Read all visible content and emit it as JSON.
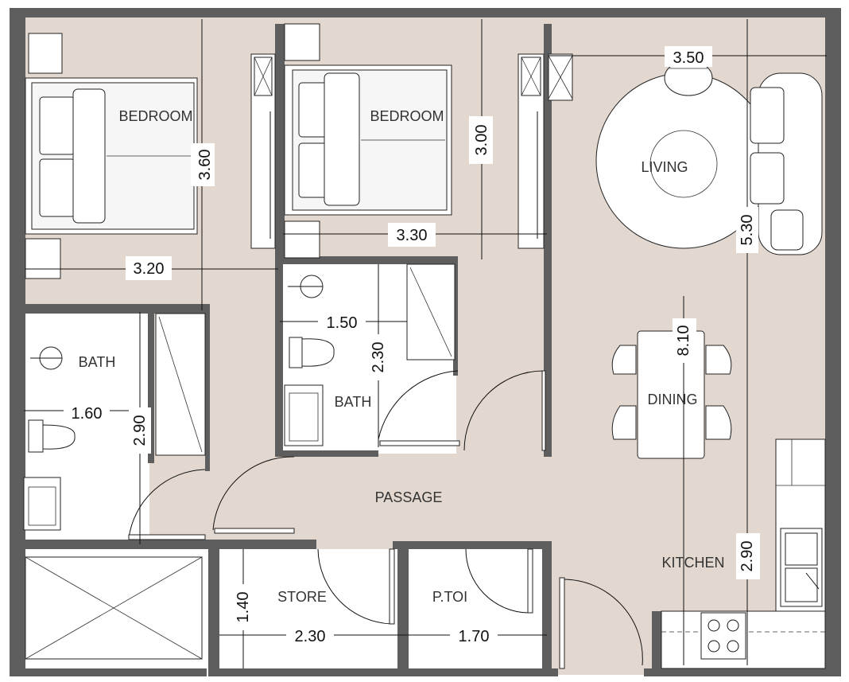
{
  "colors": {
    "floor": "#e2d8cf",
    "wall": "#5e5e5e",
    "furniture": "#ffffff",
    "outline": "#222222",
    "background": "#ffffff"
  },
  "rooms": {
    "bedroom1": "BEDROOM",
    "bedroom2": "BEDROOM",
    "living": "LIVING",
    "bath1": "BATH",
    "bath2": "BATH",
    "dining": "DINING",
    "passage": "PASSAGE",
    "kitchen": "KITCHEN",
    "store": "STORE",
    "ptoi": "P.TOI"
  },
  "dimensions": {
    "bedroom1_height": "3.60",
    "bedroom1_width": "3.20",
    "bedroom2_width": "3.30",
    "bedroom2_height": "3.00",
    "living_width": "3.50",
    "living_height": "5.30",
    "bath1_width": "1.60",
    "bath1_height": "2.90",
    "bath2_width": "1.50",
    "bath2_height": "2.30",
    "total_height": "8.10",
    "kitchen_height": "2.90",
    "store_height": "1.40",
    "store_width": "2.30",
    "ptoi_width": "1.70"
  },
  "icons": [
    "bed-icon",
    "nightstand-icon",
    "wardrobe-icon",
    "sofa-icon",
    "round-rug-icon",
    "armchair-icon",
    "dining-table-icon",
    "chair-icon",
    "toilet-icon",
    "washbasin-icon",
    "shower-icon",
    "sink-icon",
    "cooktop-icon",
    "door-swing-icon"
  ]
}
